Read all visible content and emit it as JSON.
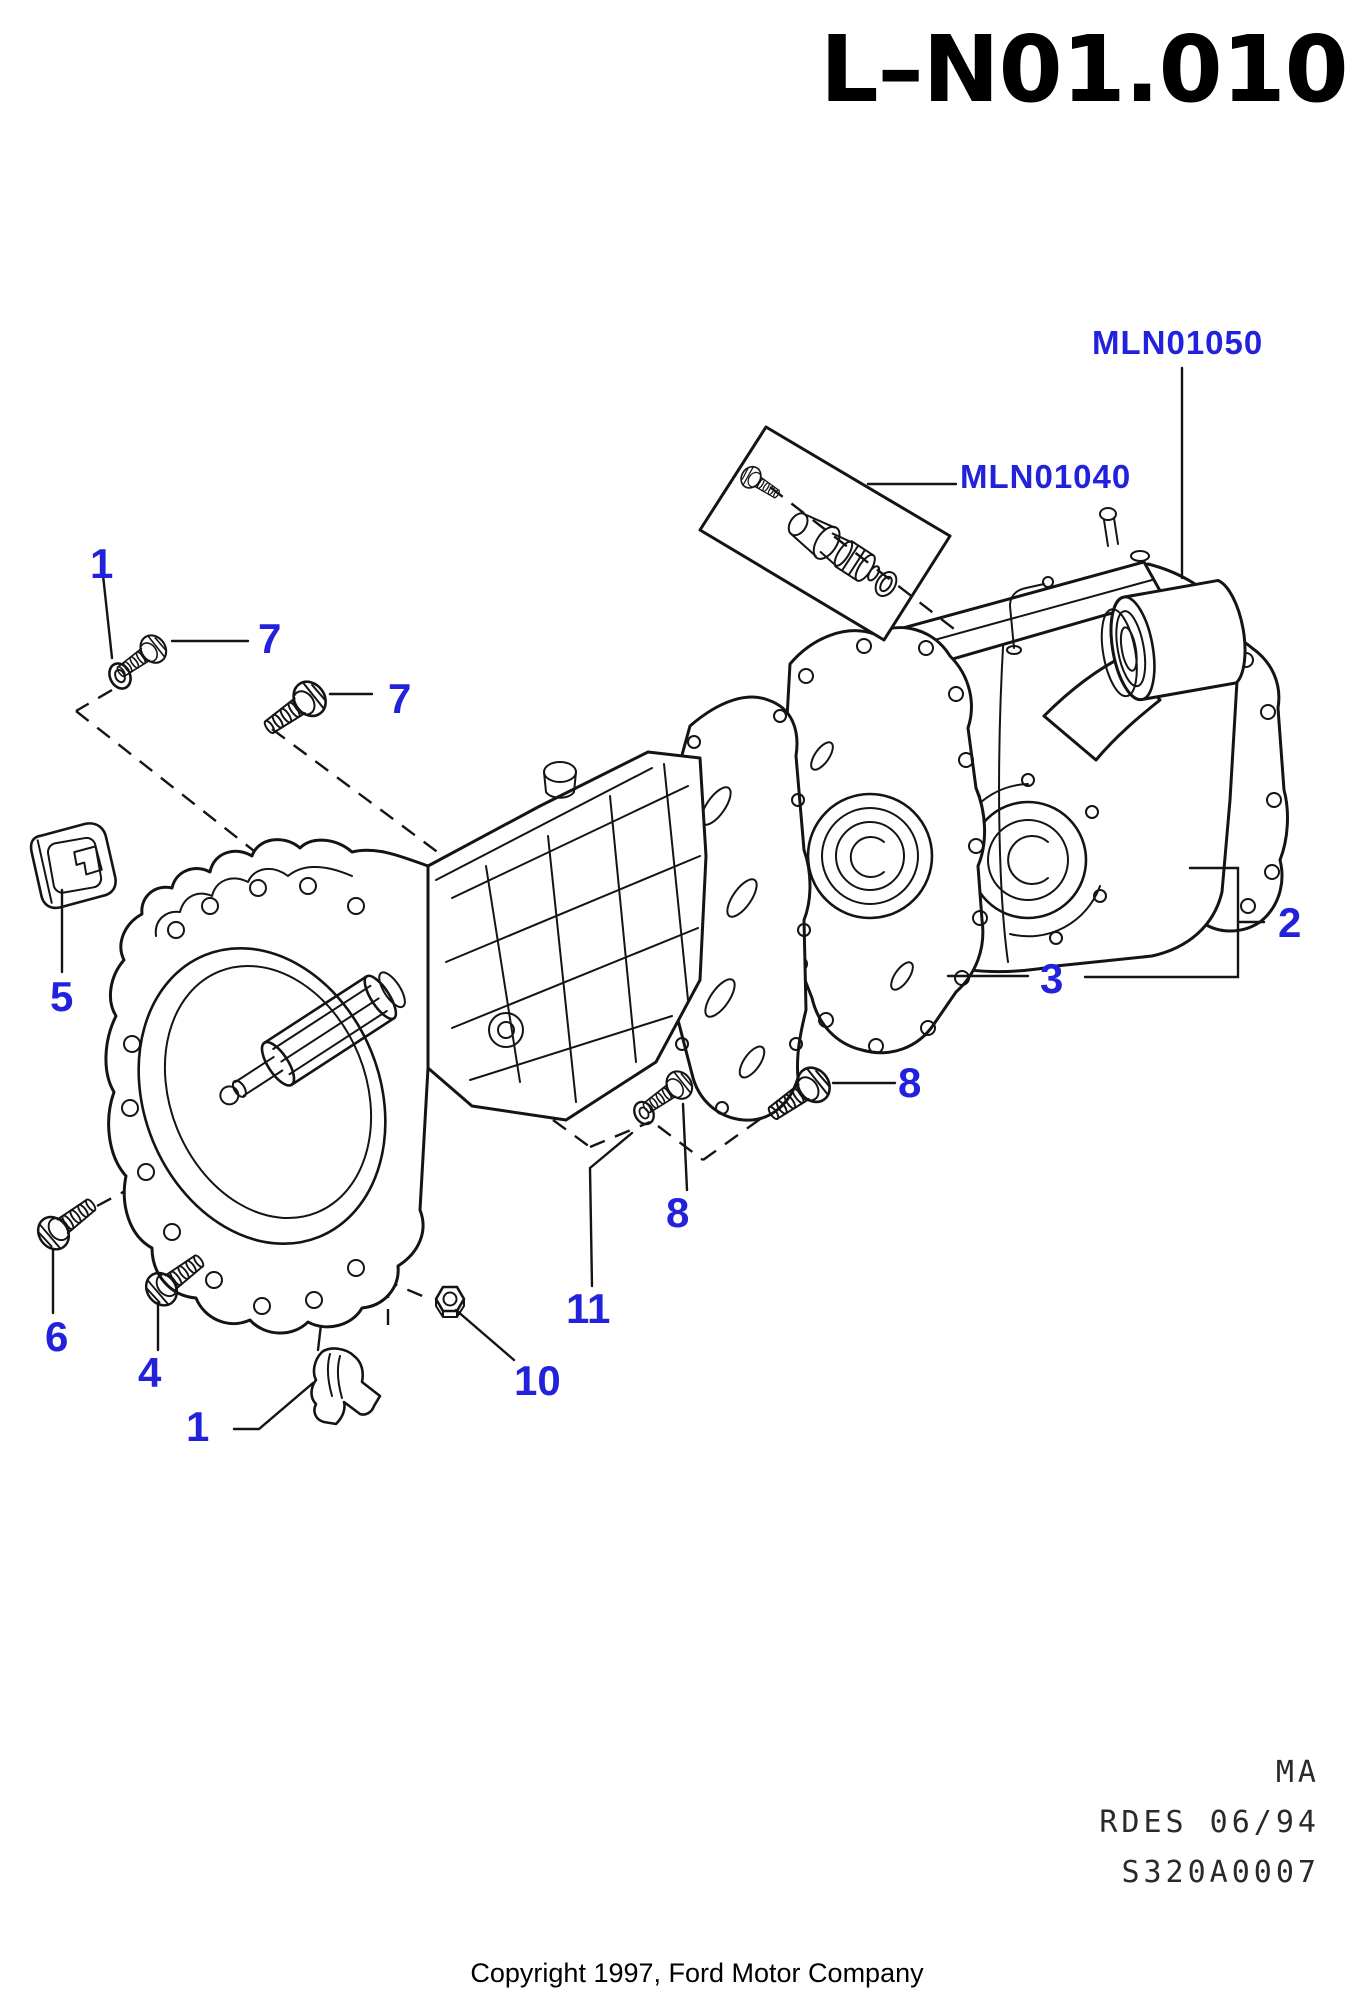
{
  "document": {
    "drawing_number": "L–N01.010",
    "plot_block": {
      "region": "MA",
      "revision": "RDES 06/94",
      "sheet": "S320A0007"
    },
    "footer": {
      "copyright": "Copyright 1997, Ford Motor Company"
    }
  },
  "colors": {
    "label_blue": "#2222DD",
    "line_black": "#141414",
    "background": "#FFFFFF"
  },
  "diagram_subject": "Manual transmission with transfer case – exploded fastener view",
  "part_labels": [
    {
      "key": "mln01050",
      "text": "MLN01050"
    },
    {
      "key": "mln01040",
      "text": "MLN01040"
    },
    {
      "key": "1-top",
      "text": "1"
    },
    {
      "key": "7-upper",
      "text": "7"
    },
    {
      "key": "7-lower",
      "text": "7"
    },
    {
      "key": "5",
      "text": "5"
    },
    {
      "key": "2",
      "text": "2"
    },
    {
      "key": "3",
      "text": "3"
    },
    {
      "key": "8-right",
      "text": "8"
    },
    {
      "key": "8-center",
      "text": "8"
    },
    {
      "key": "11",
      "text": "11"
    },
    {
      "key": "10",
      "text": "10"
    },
    {
      "key": "6",
      "text": "6"
    },
    {
      "key": "4",
      "text": "4"
    },
    {
      "key": "1-bottom",
      "text": "1"
    }
  ]
}
